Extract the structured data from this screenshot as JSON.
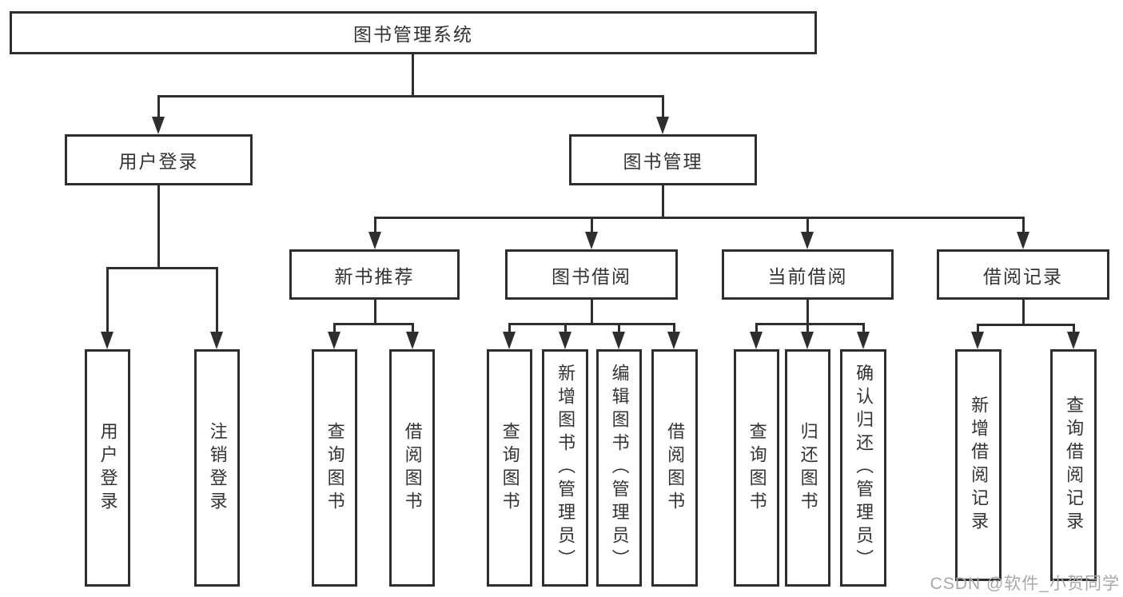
{
  "root": {
    "label": "图书管理系统"
  },
  "branches": [
    {
      "label": "用户登录",
      "children": [
        {
          "label": "用户登录"
        },
        {
          "label": "注销登录"
        }
      ]
    },
    {
      "label": "图书管理",
      "children": [
        {
          "label": "新书推荐",
          "children": [
            {
              "label": "查询图书"
            },
            {
              "label": "借阅图书"
            }
          ]
        },
        {
          "label": "图书借阅",
          "children": [
            {
              "label": "查询图书"
            },
            {
              "label": "新增图书（管理员）"
            },
            {
              "label": "编辑图书（管理员）"
            },
            {
              "label": "借阅图书"
            }
          ]
        },
        {
          "label": "当前借阅",
          "children": [
            {
              "label": "查询图书"
            },
            {
              "label": "归还图书"
            },
            {
              "label": "确认归还（管理员）"
            }
          ]
        },
        {
          "label": "借阅记录",
          "children": [
            {
              "label": "新增借阅记录"
            },
            {
              "label": "查询借阅记录"
            }
          ]
        }
      ]
    }
  ],
  "watermark": "CSDN @软件_小贺同学",
  "colors": {
    "line": "#2e2e2e",
    "text": "#333333",
    "watermark": "#a8a8a8",
    "background": "#ffffff"
  }
}
